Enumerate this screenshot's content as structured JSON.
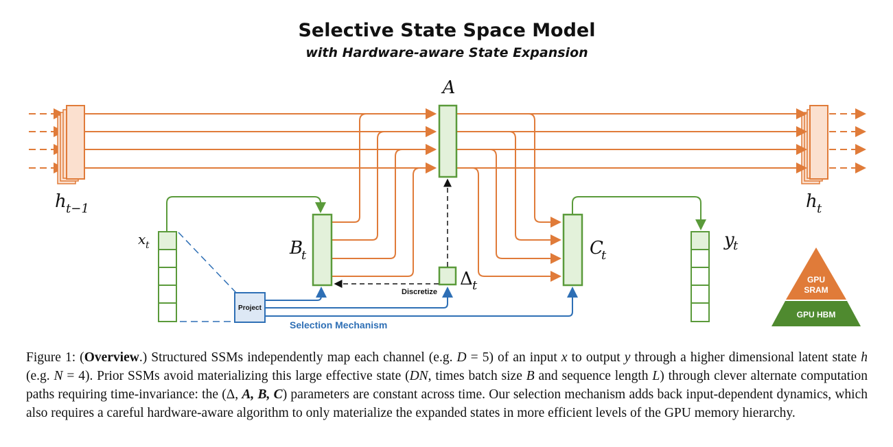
{
  "title": "Selective State Space Model",
  "subtitle": "with Hardware-aware State Expansion",
  "labels": {
    "A": "A",
    "h_prev": "h",
    "h_prev_sub": "t−1",
    "h_next": "h",
    "h_next_sub": "t",
    "x": "x",
    "x_sub": "t",
    "B": "B",
    "B_sub": "t",
    "C": "C",
    "C_sub": "t",
    "delta": "Δ",
    "delta_sub": "t",
    "y": "y",
    "y_sub": "t",
    "project": "Project",
    "discretize": "Discretize",
    "selection_mechanism": "Selection Mechanism"
  },
  "pyramid": {
    "top": "GPU",
    "top2": "SRAM",
    "bottom": "GPU HBM"
  },
  "colors": {
    "orange": "#e07b39",
    "green": "#5a9a3a",
    "green_fill": "#e3f1da",
    "blue": "#2e6fb5",
    "blue_fill": "#dde8f5",
    "state_fill": "#fbe0cf"
  },
  "caption": {
    "fig": "Figure 1: (",
    "bold": "Overview",
    "p1": ".) Structured SSMs independently map each channel (e.g. ",
    "m1": "D",
    "p2": " = 5) of an input ",
    "m2": "x",
    "p3": " to output ",
    "m3": "y",
    "p4": " through a higher dimensional latent state ",
    "m4": "h",
    "p5": " (e.g. ",
    "m5": "N",
    "p6": " = 4). Prior SSMs avoid materializing this large effective state (",
    "m6": "DN",
    "p7": ", times batch size ",
    "m7": "B",
    "p8": " and sequence length ",
    "m8": "L",
    "p9": ") through clever alternate computation paths requiring time-invariance: the (Δ, ",
    "m9": "A, B, C",
    "p10": ") parameters are constant across time. Our selection mechanism adds back input-dependent dynamics, which also requires a careful hardware-aware algorithm to only materialize the expanded states in more efficient levels of the GPU memory hierarchy."
  }
}
